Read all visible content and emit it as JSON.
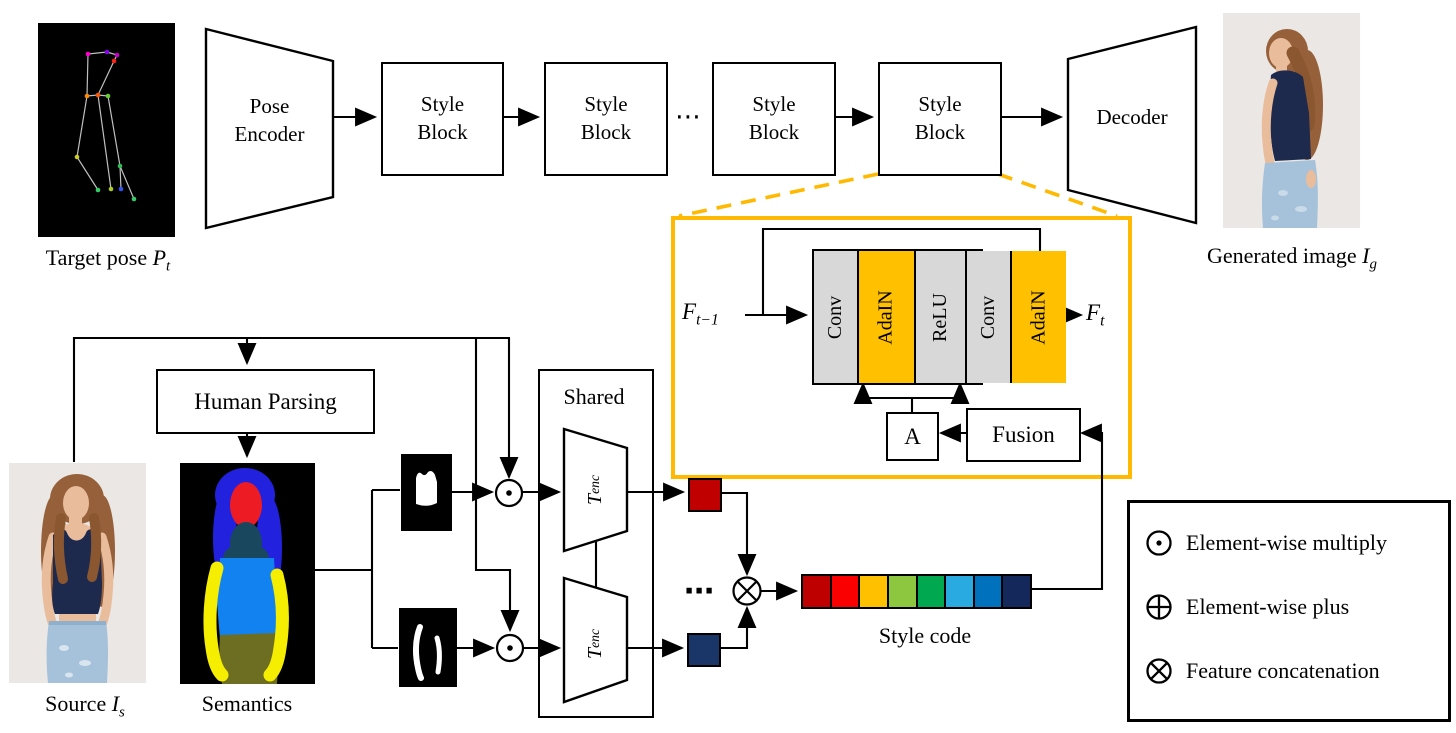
{
  "figure": {
    "top_row": {
      "target_pose_label": {
        "text": "Target pose ",
        "math_base": "P",
        "math_sub": "t"
      },
      "pose_encoder_label": "Pose Encoder",
      "style_block_labels": [
        "Style Block",
        "Style Block",
        "Style Block",
        "Style Block"
      ],
      "ellipsis": "⋯",
      "decoder_label": "Decoder",
      "generated_label": {
        "text": "Generated image ",
        "math_base": "I",
        "math_sub": "g"
      }
    },
    "style_block_detail": {
      "input": {
        "base": "F",
        "sub": "t−1"
      },
      "output": {
        "base": "F",
        "sub": "t"
      },
      "layers": [
        {
          "name": "Conv",
          "type": "conv"
        },
        {
          "name": "AdaIN",
          "type": "adain"
        },
        {
          "name": "ReLU",
          "type": "conv"
        },
        {
          "name": "Conv",
          "type": "conv"
        },
        {
          "name": "AdaIN",
          "type": "adain"
        }
      ],
      "a_box_label": "A",
      "fusion_label": "Fusion",
      "accent_border_color": "#FFB900",
      "adain_color": "#FFC000",
      "layer_gray_color": "#D8D8D8"
    },
    "bottom": {
      "human_parsing_label": "Human Parsing",
      "source_label": {
        "text": "Source ",
        "math_base": "I",
        "math_sub": "s"
      },
      "semantics_label": "Semantics",
      "shared_label": "Shared",
      "tenc_label": {
        "base": "T",
        "sub": "enc"
      },
      "ellipsis": "⋯",
      "style_code_label": "Style code",
      "red_token_color": "#C00000",
      "navy_token_color": "#1A3668"
    },
    "style_code": {
      "cell_colors": [
        "#BE0000",
        "#FB0000",
        "#FFC000",
        "#8DC63F",
        "#00A94F",
        "#29ABE2",
        "#0071BC",
        "#14285C"
      ]
    },
    "legend": {
      "items": [
        {
          "symbol": "odot-icon",
          "label": "Element-wise multiply"
        },
        {
          "symbol": "oplus-icon",
          "label": "Element-wise plus"
        },
        {
          "symbol": "otimes-icon",
          "label": "Feature concatenation"
        }
      ]
    }
  }
}
